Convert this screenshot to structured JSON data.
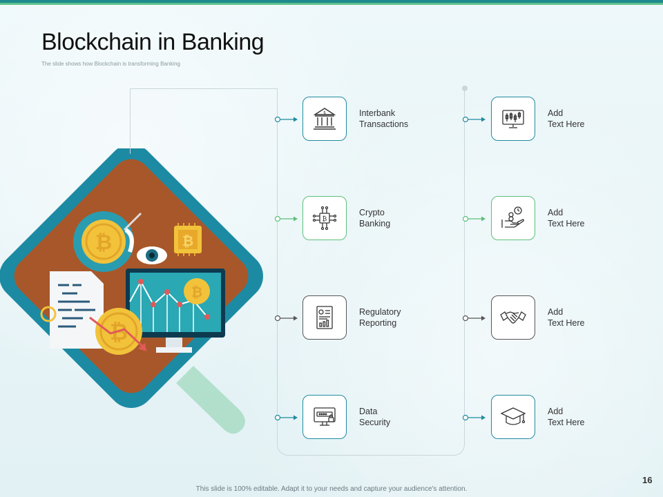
{
  "slide": {
    "title": "Blockchain in Banking",
    "subtitle": "The slide shows how Blockchain is transforming Banking",
    "footer": "This slide is 100% editable. Adapt it to your needs and capture your audience's attention.",
    "page_number": "16"
  },
  "left_items": [
    {
      "line1": "Interbank",
      "line2": "Transactions",
      "icon": "bank-icon",
      "color": "#1f8a9e"
    },
    {
      "line1": "Crypto",
      "line2": "Banking",
      "icon": "chip-icon",
      "color": "#5cbf7a"
    },
    {
      "line1": "Regulatory",
      "line2": "Reporting",
      "icon": "report-icon",
      "color": "#555555"
    },
    {
      "line1": "Data",
      "line2": "Security",
      "icon": "monitor-lock-icon",
      "color": "#1f8a9e"
    }
  ],
  "right_items": [
    {
      "line1": "Add",
      "line2": "Text Here",
      "icon": "trading-screen-icon",
      "color": "#1f8a9e"
    },
    {
      "line1": "Add",
      "line2": "Text Here",
      "icon": "hand-coins-icon",
      "color": "#5cbf7a"
    },
    {
      "line1": "Add",
      "line2": "Text Here",
      "icon": "handshake-icon",
      "color": "#555555"
    },
    {
      "line1": "Add",
      "line2": "Text Here",
      "icon": "graduation-cap-icon",
      "color": "#1f8a9e"
    }
  ]
}
